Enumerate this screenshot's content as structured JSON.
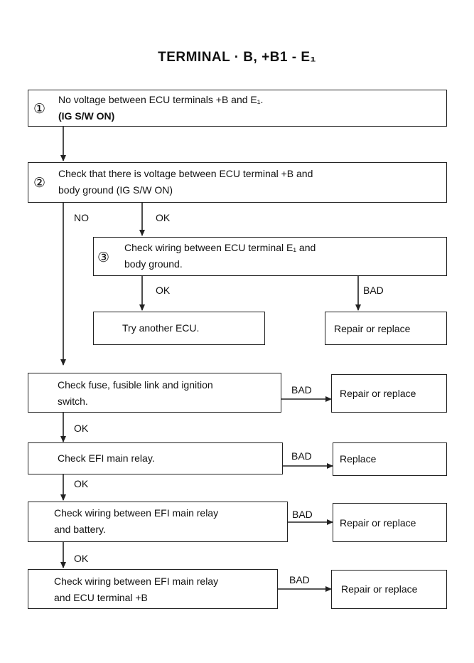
{
  "title": "TERMINAL  · B,  +B1 - E₁",
  "steps": {
    "s1": {
      "num": "①",
      "line1": "No voltage between ECU terminals +B and E₁.",
      "line2": "(IG S/W ON)"
    },
    "s2": {
      "num": "②",
      "line1": "Check that there is voltage between ECU terminal +B and",
      "line2": "body ground  (IG S/W ON)"
    },
    "s3": {
      "num": "③",
      "line1": "Check wiring between ECU terminal E₁ and",
      "line2": "body ground."
    },
    "ecu": {
      "text": "Try another ECU."
    },
    "repair1": {
      "text": "Repair or replace"
    },
    "fuse": {
      "line1": "Check fuse, fusible link and ignition",
      "line2": "switch."
    },
    "repair2": {
      "text": "Repair or replace"
    },
    "relay": {
      "text": "Check EFI main relay."
    },
    "replace": {
      "text": "Replace"
    },
    "battery": {
      "line1": "Check wiring between EFI main relay",
      "line2": "and battery."
    },
    "repair3": {
      "text": "Repair or replace"
    },
    "ecuwire": {
      "line1": "Check wiring between EFI main relay",
      "line2": "and ECU terminal +B"
    },
    "repair4": {
      "text": "Repair or replace"
    }
  },
  "labels": {
    "no": "NO",
    "ok1": "OK",
    "ok2": "OK",
    "bad1": "BAD",
    "bad2": "BAD",
    "ok3": "OK",
    "bad3": "BAD",
    "ok4": "OK",
    "bad4": "BAD",
    "ok5": "OK",
    "bad5": "BAD"
  }
}
